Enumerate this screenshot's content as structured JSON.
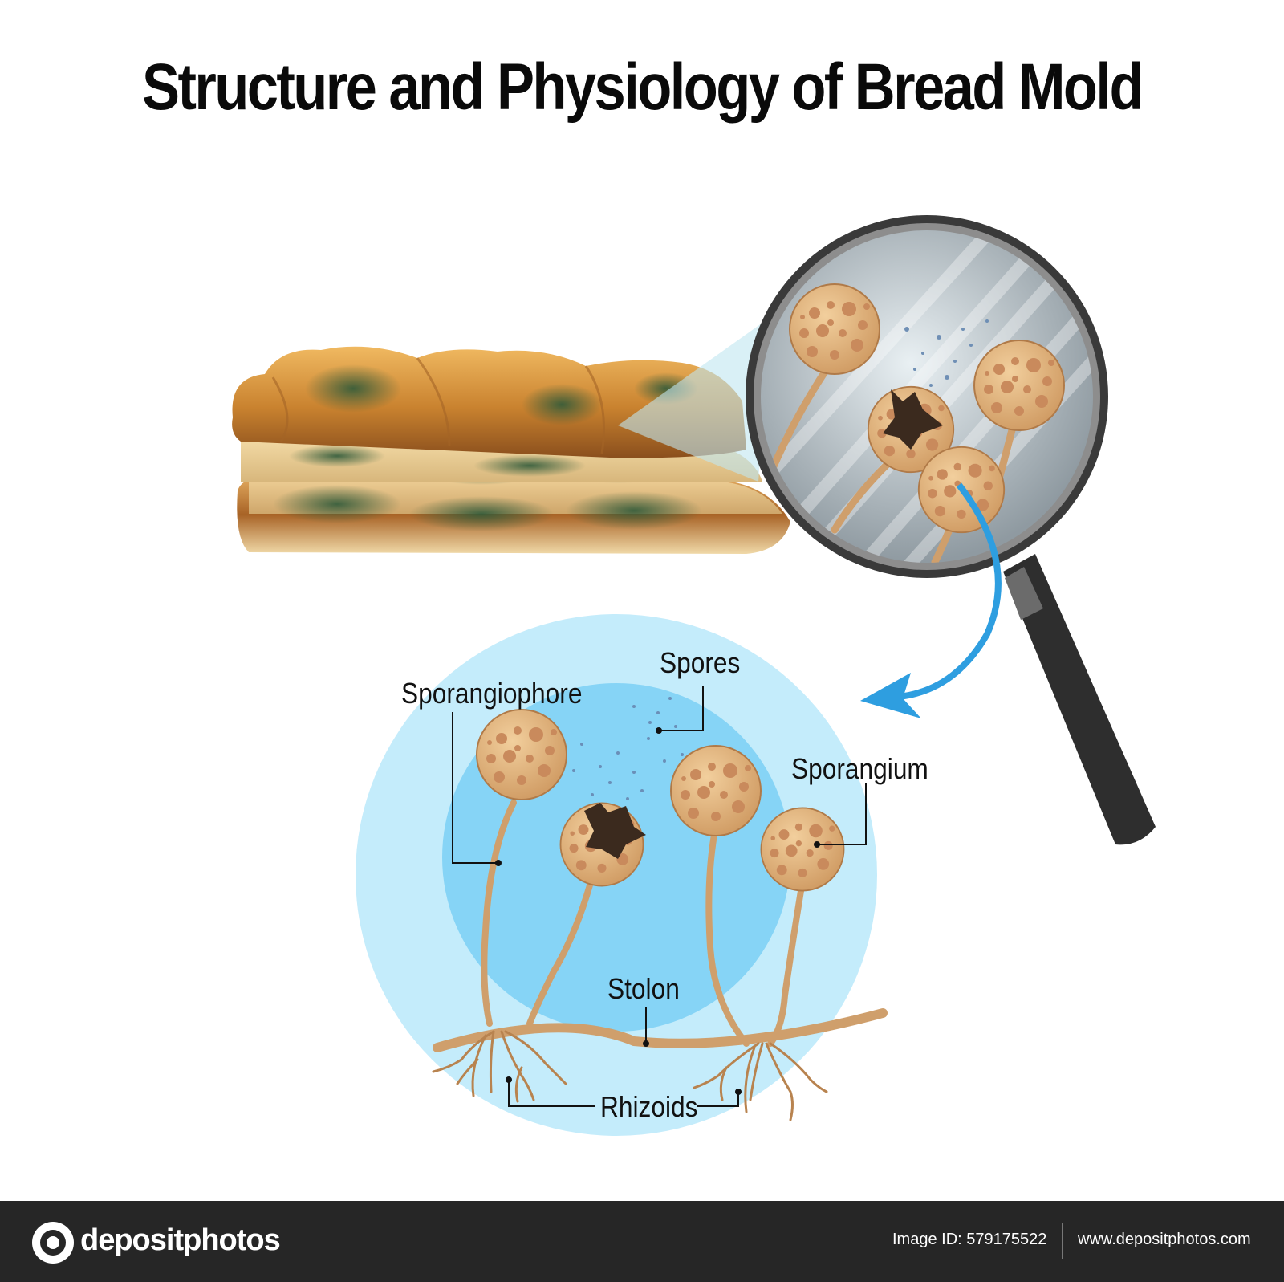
{
  "title": "Structure and Physiology of Bread Mold",
  "labels": {
    "spores": "Spores",
    "sporangiophore": "Sporangiophore",
    "sporangium": "Sporangium",
    "stolon": "Stolon",
    "rhizoids": "Rhizoids"
  },
  "footer": {
    "logo_text": "depositphotos",
    "image_id": "Image ID: 579175522",
    "website": "www.depositphotos.com"
  },
  "colors": {
    "background": "#ffffff",
    "footer": "#262626",
    "outer_circle": "#c4ecfb",
    "inner_circle": "#86d4f6",
    "arrow": "#2e9ee0",
    "sporangium": "#dfb27c",
    "spot": "#c98a5c",
    "stalk": "#cf9f6c"
  }
}
